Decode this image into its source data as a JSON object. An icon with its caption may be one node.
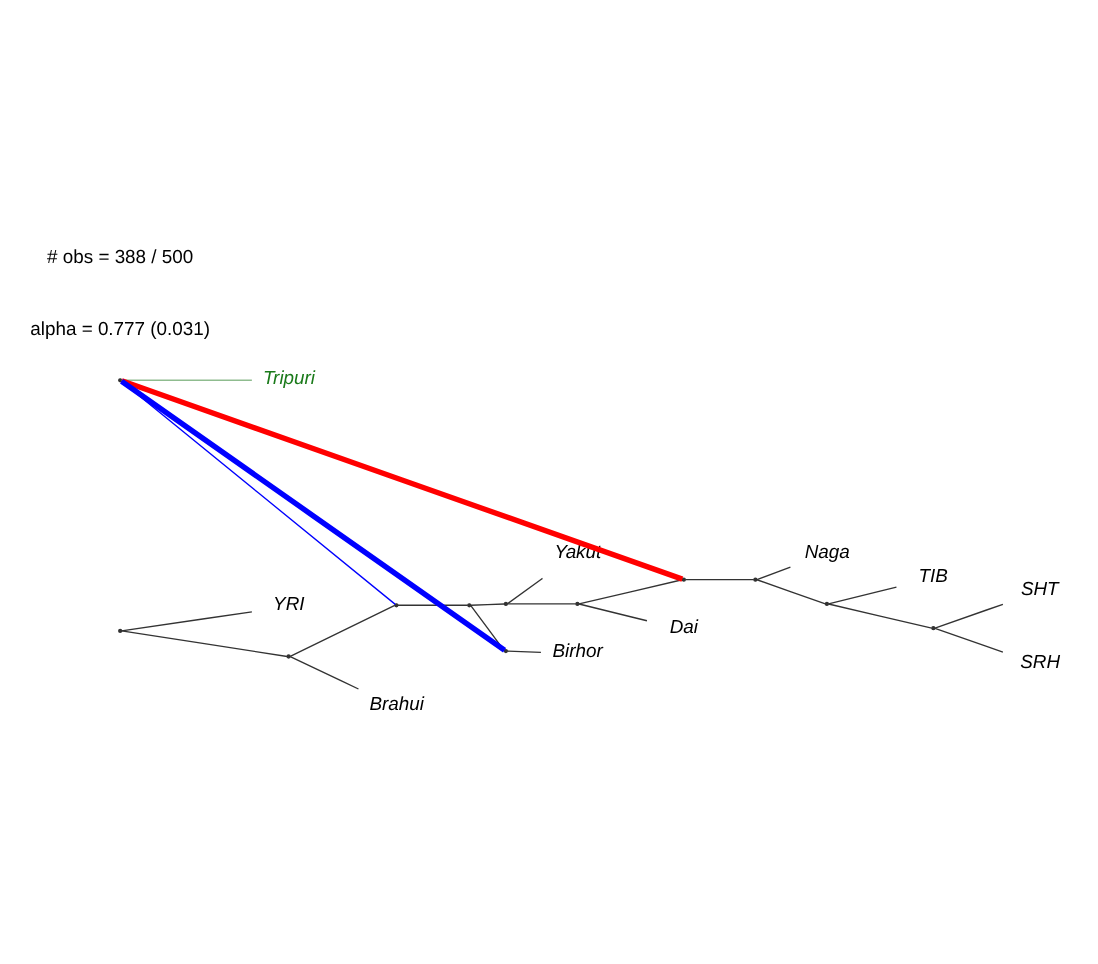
{
  "diagram": {
    "nodes": [
      {
        "text": [
          "SHT"
        ]
      },
      {
        "text": [
          "SRH"
        ]
      },
      {
        "text": [
          "TIB"
        ]
      },
      {
        "text": [
          "Naga"
        ]
      },
      {
        "text": [
          "Dai"
        ]
      },
      {
        "text": [
          "Tripuri"
        ]
      },
      {
        "text": [
          "Yakut"
        ]
      },
      {
        "text": [
          "Birhor"
        ]
      },
      {
        "text": [
          "Brahui"
        ]
      },
      {
        "text": [
          "YRI"
        ]
      },
      {
        "text": [],
        "shape": "point"
      },
      {
        "text": [],
        "shape": "point"
      },
      {
        "text": [],
        "shape": "point"
      },
      {
        "text": [],
        "shape": "point"
      },
      {
        "text": [],
        "shape": "point"
      },
      {
        "text": [],
        "shape": "point"
      },
      {
        "text": [],
        "shape": "point"
      },
      {
        "text": [],
        "shape": "point"
      },
      {
        "text": [],
        "shape": "point"
      },
      {
        "text": [],
        "shape": "point"
      },
      {
        "text": [],
        "shape": "point"
      },
      {
        "text": [],
        "shape": "point"
      }
    ],
    "edges": [
      {
        "from": 10,
        "to": 11,
        "arrow": "none"
      },
      {
        "from": 10,
        "to": 9,
        "arrow": "none"
      },
      {
        "from": 11,
        "to": 20,
        "arrow": "none"
      },
      {
        "from": 11,
        "to": 8,
        "arrow": "none"
      },
      {
        "from": 20,
        "to": 12,
        "arrow": "none"
      },
      {
        "from": 12,
        "to": 13,
        "arrow": "none"
      },
      {
        "from": 12,
        "to": 21,
        "arrow": "none"
      },
      {
        "from": 21,
        "to": 7,
        "arrow": "none"
      },
      {
        "from": 13,
        "to": 14,
        "arrow": "none"
      },
      {
        "from": 13,
        "to": 6,
        "arrow": "none"
      },
      {
        "from": 14,
        "to": 19,
        "arrow": "none"
      },
      {
        "from": 14,
        "to": 4,
        "arrow": "none"
      },
      {
        "from": 19,
        "to": 15,
        "arrow": "none"
      },
      {
        "from": 15,
        "to": 16,
        "arrow": "none"
      },
      {
        "from": 15,
        "to": 3,
        "arrow": "none"
      },
      {
        "from": 16,
        "to": 17,
        "arrow": "none"
      },
      {
        "from": 16,
        "to": 2,
        "arrow": "none"
      },
      {
        "from": 17,
        "to": 0,
        "arrow": "none"
      },
      {
        "from": 17,
        "to": 1,
        "arrow": "none"
      },
      {
        "from": 18,
        "to": 5,
        "arrow": "none",
        "color": "#8fbc8f"
      },
      {
        "from": 19,
        "to": 18,
        "arrow": "none",
        "style": "thick",
        "color": "#ff0000"
      },
      {
        "from": 20,
        "to": 18,
        "arrow": "none",
        "color": "#0000ff"
      },
      {
        "from": 21,
        "to": 18,
        "arrow": "none",
        "style": "thick",
        "color": "#0000ff"
      }
    ],
    "labels": [
      "# obs = 388 / 500",
      "alpha = 0.777 (0.031)"
    ]
  }
}
